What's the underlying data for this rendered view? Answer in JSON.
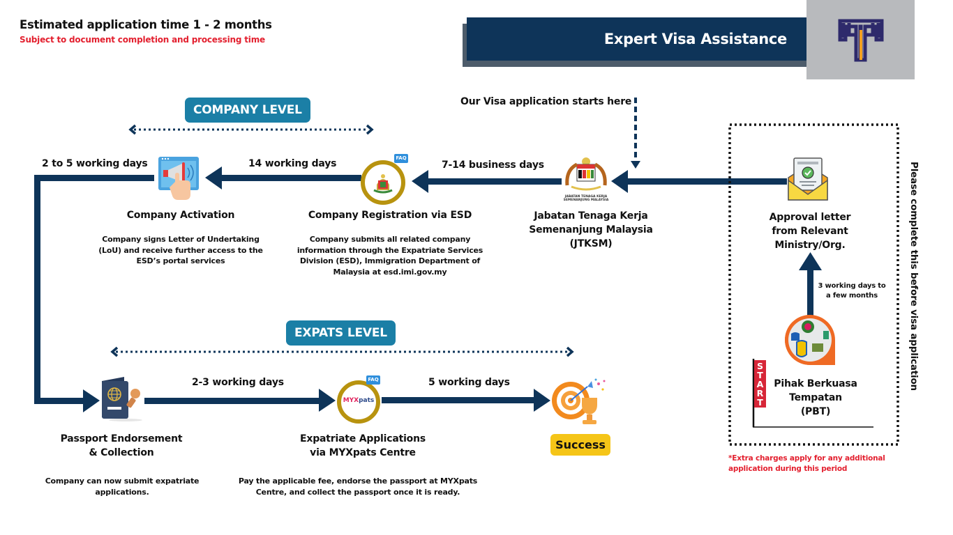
{
  "header": {
    "estimate_title": "Estimated application time 1 - 2  months",
    "estimate_subtitle": "Subject to document completion and processing time",
    "banner_title": "Expert Visa Assistance",
    "logo_icon": "tp-pillar-logo"
  },
  "levels": {
    "company": "COMPANY LEVEL",
    "expats": "EXPATS LEVEL"
  },
  "start_pointer": "Our Visa application starts here",
  "pre_application": {
    "vertical_label": "Please complete this before visa application",
    "start_tag": "START",
    "extra_note_line1": "*Extra charges apply for any additional",
    "extra_note_line2": "application during this period",
    "steps": [
      {
        "id": "pbt",
        "title_lines": [
          "Pihak Berkuasa",
          "Tempatan",
          "(PBT)"
        ],
        "icon": "local-authority-logos-icon"
      },
      {
        "id": "approval",
        "title_lines": [
          "Approval letter",
          "from Relevant",
          "Ministry/Org."
        ],
        "icon": "approval-letter-envelope-icon"
      }
    ],
    "durations": {
      "pbt_to_approval_line1": "3 working days to",
      "pbt_to_approval_line2": "a few months"
    }
  },
  "company_steps": [
    {
      "id": "jtksm",
      "title_lines": [
        "Jabatan Tenaga Kerja",
        "Semenanjung Malaysia",
        "(JTKSM)"
      ],
      "logo_caption_line1": "JABATAN TENAGA KERJA",
      "logo_caption_line2": "SEMENANJUNG MALAYSIA",
      "icon": "malaysia-coat-of-arms-icon"
    },
    {
      "id": "esd",
      "title": "Company Registration via ESD",
      "desc_lines": [
        "Company submits all related company",
        "information through the Expatriate Services",
        "Division (ESD), Immigration Department of",
        "Malaysia at esd.imi.gov.my"
      ],
      "icon": "immigration-crest-icon",
      "badge": "FAQ"
    },
    {
      "id": "activation",
      "title": "Company Activation",
      "desc_lines": [
        "Company signs Letter of Undertaking",
        "(LoU) and receive further access to the",
        "ESD’s portal services"
      ],
      "icon": "megaphone-tap-icon"
    }
  ],
  "company_durations": {
    "approval_to_jtksm": "",
    "jtksm_to_esd": "7-14 business days",
    "esd_to_activation": "14 working days",
    "activation_to_passport": "2 to 5 working days"
  },
  "expat_steps": [
    {
      "id": "passport",
      "title_lines": [
        "Passport Endorsement",
        "& Collection"
      ],
      "desc_lines": [
        "Company can now submit expatriate",
        "applications."
      ],
      "icon": "passport-stamp-icon"
    },
    {
      "id": "myxpats",
      "title_lines": [
        "Expatriate Applications",
        "via MYXpats Centre"
      ],
      "desc_lines": [
        "Pay the applicable fee, endorse the passport at MYXpats",
        "Centre, and collect the passport once it is ready."
      ],
      "icon": "myxpats-logo-icon",
      "logo_text_a": "MYX",
      "logo_text_b": "pats",
      "badge": "FAQ"
    },
    {
      "id": "success",
      "title": "Success",
      "icon": "target-trophy-icon"
    }
  ],
  "expat_durations": {
    "passport_to_myxpats": "2-3 working days",
    "myxpats_to_success": "5 working days"
  },
  "colors": {
    "navy": "#0e3459",
    "teal_pill": "#1b7fa6",
    "red_accent": "#e3202f",
    "success_yellow": "#f5c518",
    "gold_ring": "#b8930f",
    "logo_grey": "#b8babd"
  }
}
